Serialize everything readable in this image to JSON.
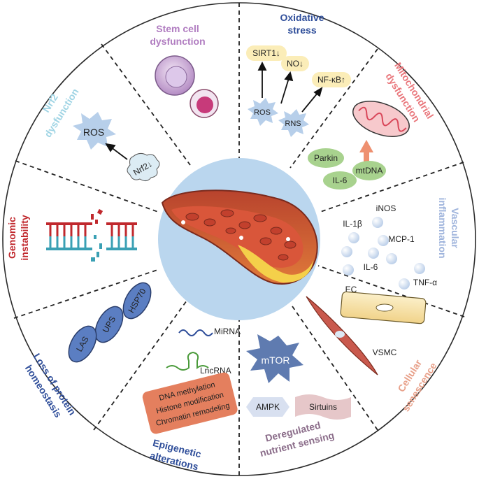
{
  "segments": {
    "stem_cell": {
      "line1": "Stem cell",
      "line2": "dysfunction",
      "color": "#b07cc0"
    },
    "oxidative": {
      "line1": "Oxidative",
      "line2": "stress",
      "color": "#2f4e9a",
      "ros": "ROS",
      "rns": "RNS",
      "sirt1": "SIRT1↓",
      "no": "NO↓",
      "nfkb": "NF-κB↑"
    },
    "mito": {
      "line1": "Mitochondrial",
      "line2": "dysfunction",
      "color": "#e9767b",
      "parkin": "Parkin",
      "mtdna": "mtDNA",
      "il6": "IL-6"
    },
    "vascular": {
      "line1": "Vascular",
      "line2": "inflammation",
      "color": "#9fb4dc",
      "il1b": "IL-1β",
      "inos": "iNOS",
      "mcp1": "MCP-1",
      "il6": "IL-6",
      "tnfa": "TNF-α"
    },
    "senescence": {
      "line1": "Cellular",
      "line2": "senescence",
      "color": "#e8a089",
      "ec": "EC",
      "vsmc": "VSMC"
    },
    "nutrient": {
      "line1": "Deregulated",
      "line2": "nutrient sensing",
      "color": "#8b6d8a",
      "mtor": "mTOR",
      "ampk": "AMPK",
      "sirtuins": "Sirtuins"
    },
    "epigenetic": {
      "line1": "Epigenetic",
      "line2": "alterations",
      "color": "#2f4e9a",
      "mirna": "MiRNA",
      "lncrna": "LncRNA",
      "m1": "DNA methylation",
      "m2": "Histone modification",
      "m3": "Chromatin remodeling"
    },
    "protein": {
      "line1": "Loss of protein",
      "line2": "homeostasis",
      "color": "#2f4e9a",
      "hsp70": "HSP70",
      "ups": "UPS",
      "las": "LAS"
    },
    "genomic": {
      "line1": "Genomic",
      "line2": "instability",
      "color": "#c0282d"
    },
    "nrf2": {
      "line1": "Nrf2",
      "line2": "dysfunction",
      "color": "#9fd4e4",
      "ros": "ROS",
      "nrf2": "Nrf2↓"
    }
  }
}
